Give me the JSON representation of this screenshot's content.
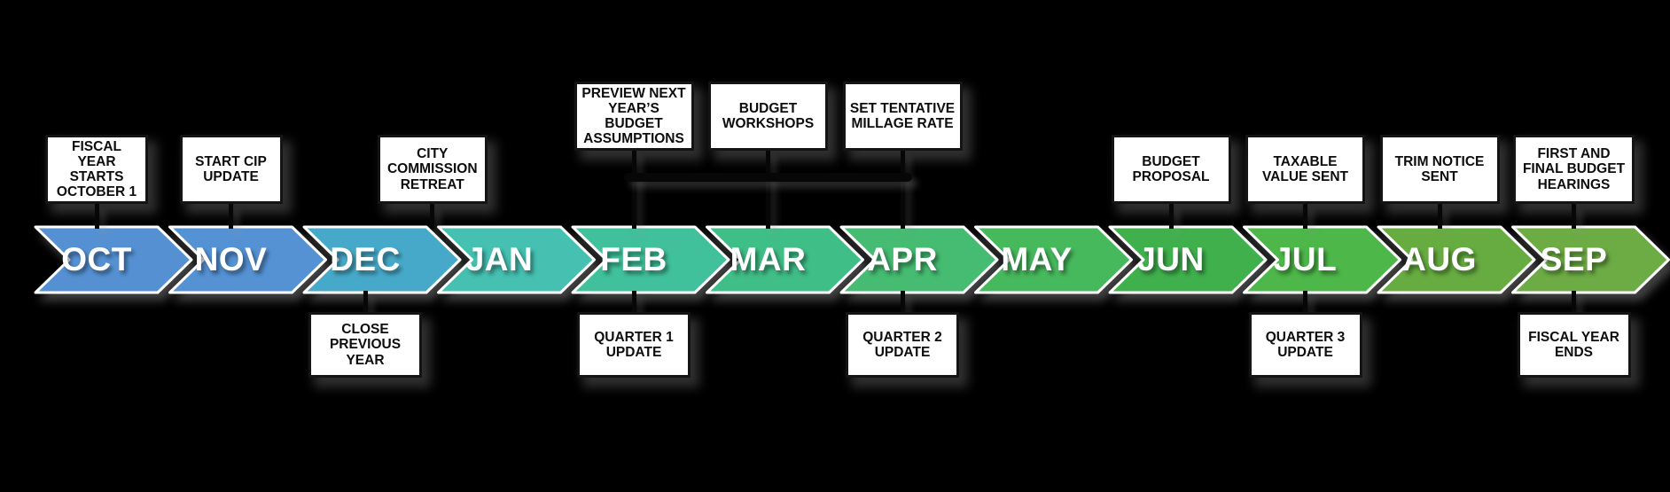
{
  "diagram": {
    "name": "Annual Budget Process Timeline",
    "background_color": "#000000",
    "box_fill": "#ffffff",
    "box_border_color": "#141414",
    "box_text_color": "#0d0d0d",
    "chevron_outline_color": "#ffffff",
    "month_text_color": "#ffffff"
  },
  "timeline": {
    "months": [
      {
        "label": "OCT",
        "color": "#5591d2"
      },
      {
        "label": "NOV",
        "color": "#5592d4"
      },
      {
        "label": "DEC",
        "color": "#47a9c9"
      },
      {
        "label": "JAN",
        "color": "#45c0b1"
      },
      {
        "label": "FEB",
        "color": "#41c19b"
      },
      {
        "label": "MAR",
        "color": "#3fbe87"
      },
      {
        "label": "APR",
        "color": "#45bc72"
      },
      {
        "label": "MAY",
        "color": "#47b95d"
      },
      {
        "label": "JUN",
        "color": "#3fb04e"
      },
      {
        "label": "JUL",
        "color": "#4db748"
      },
      {
        "label": "AUG",
        "color": "#66ac40"
      },
      {
        "label": "SEP",
        "color": "#6dab45"
      }
    ]
  },
  "events": {
    "above": [
      {
        "label": "FISCAL YEAR STARTS OCTOBER 1",
        "month": "OCT"
      },
      {
        "label": "START CIP UPDATE",
        "month": "NOV"
      },
      {
        "label": "CITY COMMISSION RETREAT",
        "month": "DEC-JAN"
      },
      {
        "label": "BUDGET PROPOSAL",
        "month": "JUN"
      },
      {
        "label": "TAXABLE VALUE SENT",
        "month": "JUL"
      },
      {
        "label": "TRIM NOTICE SENT",
        "month": "AUG"
      },
      {
        "label": "FIRST AND FINAL BUDGET HEARINGS",
        "month": "SEP"
      }
    ],
    "above_grouped": {
      "connects_to": "MAR",
      "items": [
        {
          "label": "PREVIEW NEXT YEAR’S BUDGET ASSUMPTIONS",
          "month": "FEB"
        },
        {
          "label": "BUDGET WORKSHOPS",
          "month": "MAR"
        },
        {
          "label": "SET TENTATIVE MILLAGE RATE",
          "month": "APR"
        }
      ]
    },
    "below": [
      {
        "label": "CLOSE PREVIOUS YEAR",
        "month": "DEC"
      },
      {
        "label": "QUARTER 1 UPDATE",
        "month": "FEB"
      },
      {
        "label": "QUARTER 2 UPDATE",
        "month": "APR"
      },
      {
        "label": "QUARTER 3 UPDATE",
        "month": "JUL"
      },
      {
        "label": "FISCAL YEAR ENDS",
        "month": "SEP"
      }
    ]
  }
}
